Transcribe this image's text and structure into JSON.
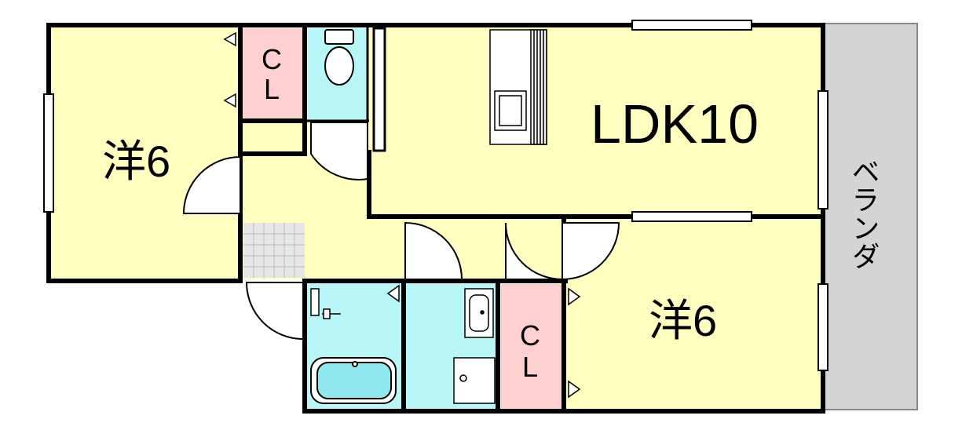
{
  "floorplan": {
    "rooms": {
      "western_room_left": {
        "label": "洋6"
      },
      "ldk": {
        "label": "LDK10"
      },
      "western_room_right": {
        "label": "洋6"
      },
      "closet_top": {
        "letter_1": "C",
        "letter_2": "L"
      },
      "closet_bottom": {
        "letter_1": "C",
        "letter_2": "L"
      },
      "balcony": {
        "label": "ベランダ"
      }
    },
    "colors": {
      "room_yellow": "#ffffc0",
      "closet_pink": "#ffd0d0",
      "wet_cyan": "#b8f6f8",
      "storage_tan": "#e8c060",
      "balcony_gray": "#d4d4d4",
      "wall": "#000000"
    }
  }
}
